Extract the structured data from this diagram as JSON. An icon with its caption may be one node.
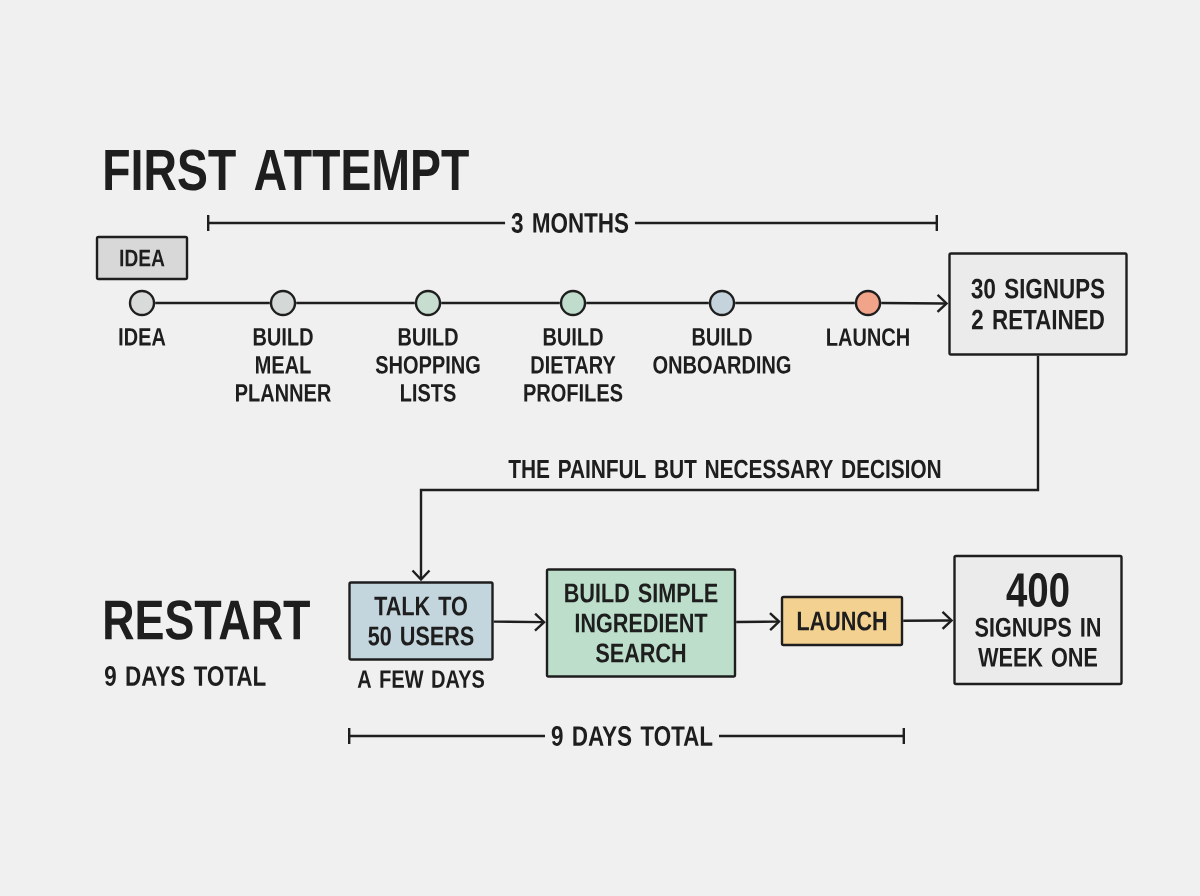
{
  "diagram": {
    "nodes": [
      {
        "text": [
          "IDEA"
        ]
      },
      {
        "text": [],
        "shape": "circle",
        "beside": [
          "IDEA"
        ]
      },
      {
        "text": [],
        "shape": "circle",
        "beside": [
          "BUILD MEAL PLANNER"
        ]
      },
      {
        "text": [],
        "shape": "circle",
        "beside": [
          "BUILD SHOPPING LISTS"
        ]
      },
      {
        "text": [],
        "shape": "circle",
        "beside": [
          "BUILD DIETARY PROFILES"
        ]
      },
      {
        "text": [],
        "shape": "circle",
        "beside": [
          "BUILD ONBOARDING"
        ]
      },
      {
        "text": [],
        "shape": "circle",
        "beside": [
          "LAUNCH"
        ]
      },
      {
        "text": [
          "30 SIGNUPS 2 RETAINED"
        ]
      },
      {
        "text": [
          "TALK TO 50 USERS"
        ],
        "beside": [
          "A FEW DAYS"
        ]
      },
      {
        "text": [
          "BUILD SIMPLE INGREDIENT SEARCH"
        ]
      },
      {
        "text": [
          "LAUNCH"
        ]
      },
      {
        "text": [
          "400",
          "SIGNUPS IN WEEK ONE"
        ]
      }
    ],
    "edges": [
      {
        "from": 1,
        "to": 2,
        "arrow": "none"
      },
      {
        "from": 2,
        "to": 3,
        "arrow": "none"
      },
      {
        "from": 3,
        "to": 4,
        "arrow": "none"
      },
      {
        "from": 4,
        "to": 5,
        "arrow": "none"
      },
      {
        "from": 5,
        "to": 6,
        "arrow": "none"
      },
      {
        "from": 6,
        "to": 7,
        "arrow": "to"
      },
      {
        "from": 7,
        "to": 8,
        "arrow": "to",
        "label": "THE PAINFUL BUT NECESSARY DECISION"
      },
      {
        "from": 8,
        "to": 9,
        "arrow": "to"
      },
      {
        "from": 9,
        "to": 10,
        "arrow": "to"
      },
      {
        "from": 10,
        "to": 11,
        "arrow": "to"
      }
    ],
    "labels": [
      "FIRST ATTEMPT",
      "3 MONTHS",
      "RESTART",
      "9 DAYS TOTAL",
      "9 DAYS TOTAL"
    ]
  }
}
